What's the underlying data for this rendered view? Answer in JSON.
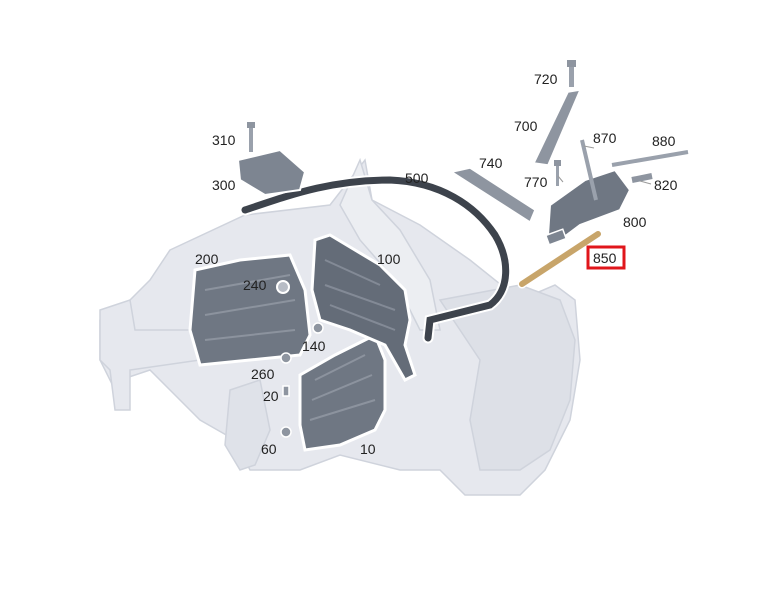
{
  "diagram": {
    "colors": {
      "ghost_body": "#e6e8ee",
      "ghost_edge": "#cfd3dc",
      "part_dark": "#5d6470",
      "part_mid": "#7b8390",
      "part_light": "#9aa1ac",
      "seal": "#3d434c",
      "highlight_part": "#c8a56a",
      "highlight_box": "#e0161b"
    },
    "labels": {
      "p720": "720",
      "p700": "700",
      "p870": "870",
      "p880": "880",
      "p310": "310",
      "p740": "740",
      "p770": "770",
      "p820": "820",
      "p300": "300",
      "p500": "500",
      "p800": "800",
      "p100": "100",
      "p850": "850",
      "p200": "200",
      "p240": "240",
      "p140": "140",
      "p260": "260",
      "p20": "20",
      "p60": "60",
      "p10": "10"
    },
    "highlighted_part": "850"
  }
}
